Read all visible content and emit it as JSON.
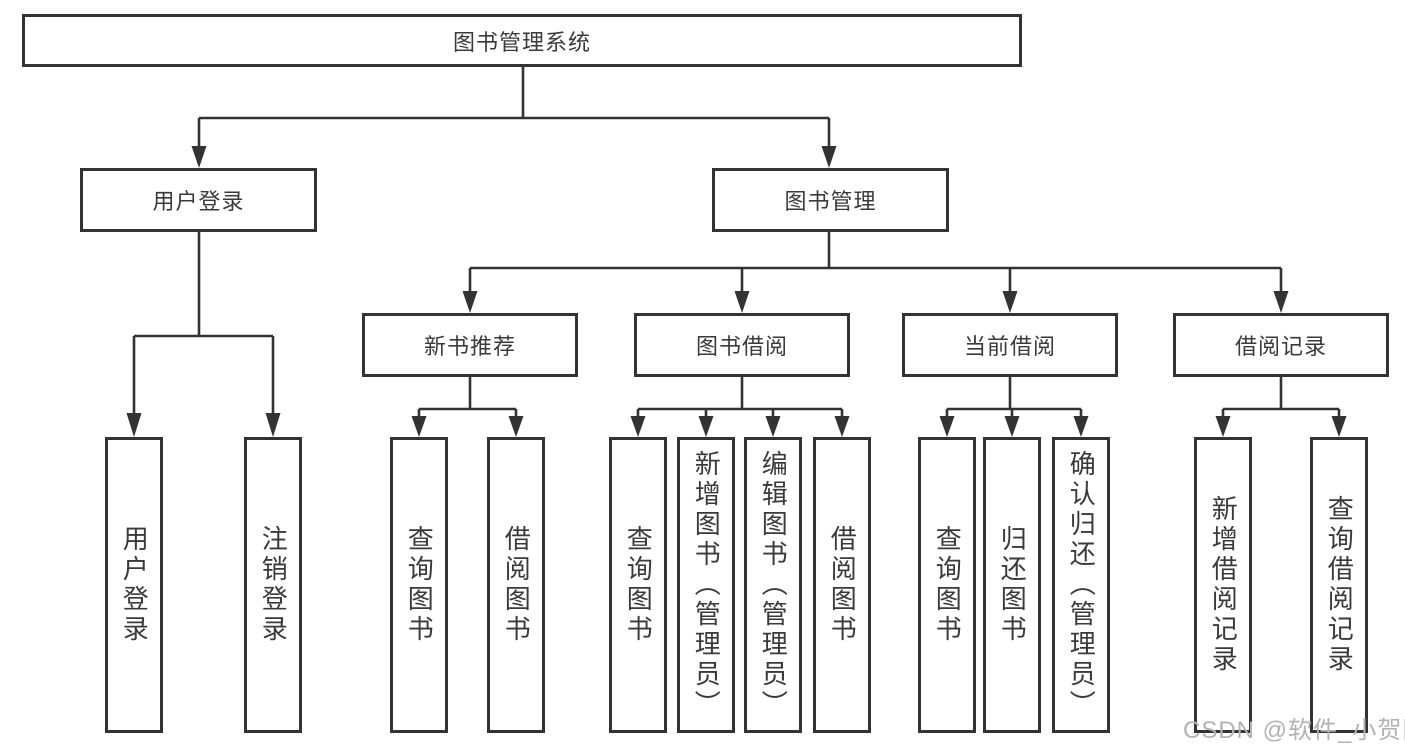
{
  "diagram": {
    "root": "图书管理系统",
    "level2": [
      "用户登录",
      "图书管理"
    ],
    "level3": [
      "新书推荐",
      "图书借阅",
      "当前借阅",
      "借阅记录"
    ],
    "leaves": [
      "用户登录",
      "注销登录",
      "查询图书",
      "借阅图书",
      "查询图书",
      "新增图书（管理员）",
      "编辑图书（管理员）",
      "借阅图书",
      "查询图书",
      "归还图书",
      "确认归还（管理员）",
      "新增借阅记录",
      "查询借阅记录"
    ]
  },
  "watermark": "CSDN @软件_小贺同学",
  "colors": {
    "line": "#333333",
    "text": "#3a3a3a",
    "watermark": "#b3b3b3",
    "background": "#ffffff"
  }
}
